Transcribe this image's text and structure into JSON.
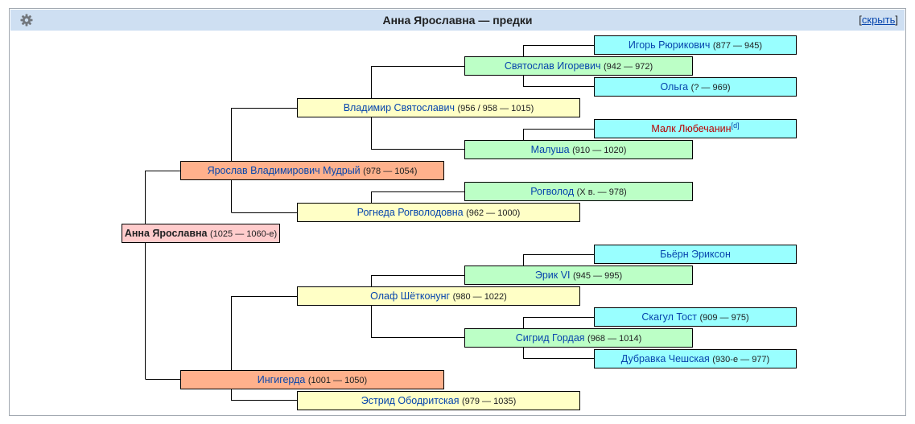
{
  "header": {
    "title": "Анна Ярославна — предки",
    "hide_open": "[",
    "hide_label": "скрыть",
    "hide_close": "]"
  },
  "people": {
    "root": {
      "name": "Анна Ярославна",
      "dates": "(1025 — 1060-е)"
    },
    "yaroslav": {
      "name": "Ярослав Владимирович Мудрый",
      "dates": "(978 — 1054)"
    },
    "ingigerd": {
      "name": "Ингигерда",
      "dates": "(1001 — 1050)"
    },
    "vladimir": {
      "name": "Владимир Святославич",
      "dates": "(956 / 958 — 1015)"
    },
    "rogneda": {
      "name": "Рогнеда Рогволодовна",
      "dates": "(962 — 1000)"
    },
    "olaf": {
      "name": "Олаф Шётконунг",
      "dates": "(980 — 1022)"
    },
    "estrid": {
      "name": "Эстрид Ободритская",
      "dates": "(979 — 1035)"
    },
    "svyatoslav": {
      "name": "Святослав Игоревич",
      "dates": "(942 — 972)"
    },
    "malusha": {
      "name": "Малуша",
      "dates": "(910 — 1020)"
    },
    "rogvolod": {
      "name": "Рогволод",
      "dates": "(X в. — 978)"
    },
    "erik": {
      "name": "Эрик VI",
      "dates": "(945 — 995)"
    },
    "sigrid": {
      "name": "Сигрид Гордая",
      "dates": "(968 — 1014)"
    },
    "igor": {
      "name": "Игорь Рюрикович",
      "dates": "(877 — 945)"
    },
    "olga": {
      "name": "Ольга",
      "dates": "(? — 969)"
    },
    "malk": {
      "name": "Малк Любечанин",
      "sup": "[d]"
    },
    "bjorn": {
      "name": "Бьёрн Эриксон"
    },
    "skagul": {
      "name": "Скагул Тост",
      "dates": "(909 — 975)"
    },
    "dubravka": {
      "name": "Дубравка Чешская",
      "dates": "(930-е — 977)"
    }
  }
}
